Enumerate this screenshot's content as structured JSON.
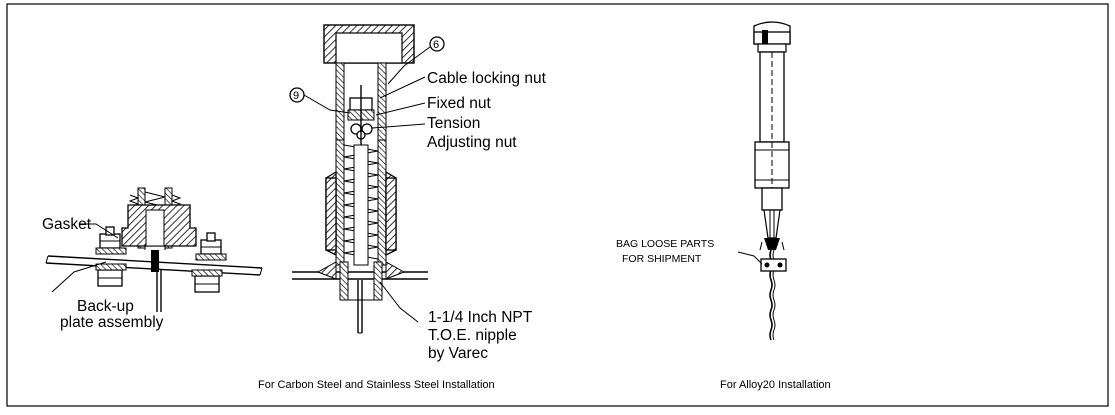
{
  "labels": {
    "gasket": "Gasket",
    "backup_line1": "Back-up",
    "backup_line2": "plate assembly",
    "callout_6": "6",
    "callout_9": "9",
    "cable_locking_nut": "Cable locking nut",
    "fixed_nut": "Fixed nut",
    "tension": "Tension",
    "adjusting_nut": "Adjusting nut",
    "nipple_line1": "1-1/4 Inch NPT",
    "nipple_line2": "T.O.E. nipple",
    "nipple_line3": "by Varec",
    "bag_line1": "BAG LOOSE PARTS",
    "bag_line2": "FOR SHIPMENT"
  },
  "captions": {
    "carbon_steel": "For Carbon Steel and Stainless Steel Installation",
    "alloy20": "For Alloy20 Installation"
  },
  "colors": {
    "line": "#000000",
    "hatch": "#000000",
    "background": "#ffffff"
  }
}
